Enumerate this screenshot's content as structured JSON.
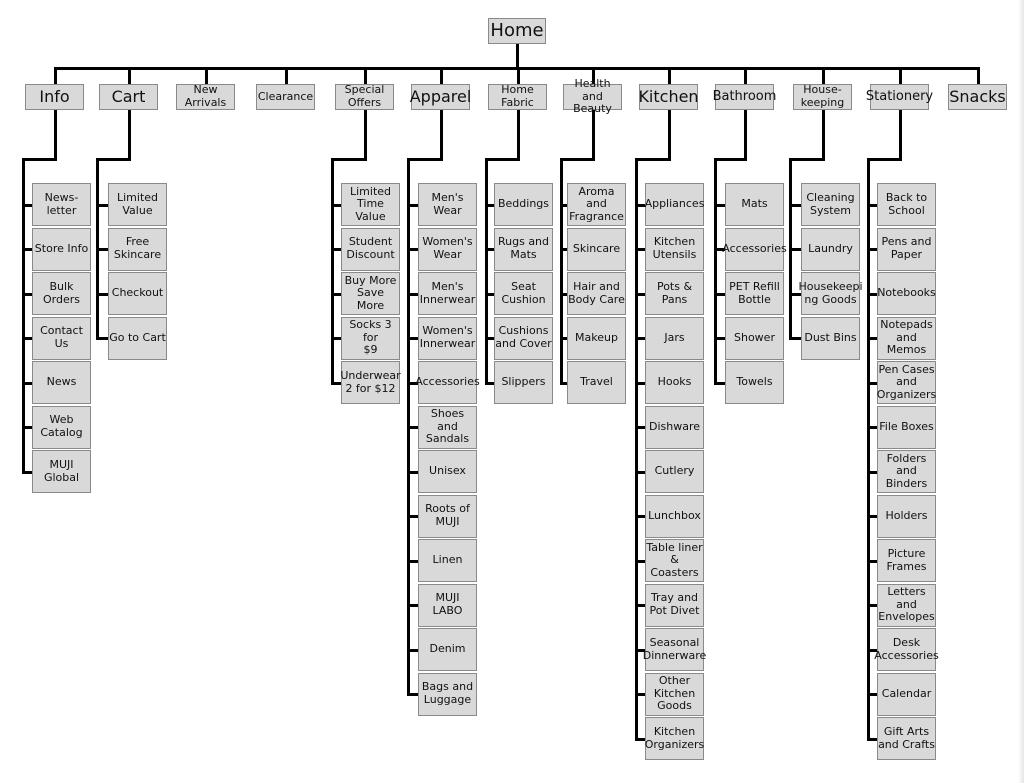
{
  "home": "Home",
  "categories": [
    {
      "key": "info",
      "label": "Info",
      "size": "big",
      "items": [
        "News-\nletter",
        "Store Info",
        "Bulk Orders",
        "Contact Us",
        "News",
        "Web\nCatalog",
        "MUJI\nGlobal"
      ]
    },
    {
      "key": "cart",
      "label": "Cart",
      "size": "big",
      "items": [
        "Limited\nValue",
        "Free\nSkincare",
        "Checkout",
        "Go to Cart"
      ]
    },
    {
      "key": "new-arrivals",
      "label": "New\nArrivals",
      "size": "small",
      "items": []
    },
    {
      "key": "clearance",
      "label": "Clearance",
      "size": "small",
      "items": []
    },
    {
      "key": "special-offers",
      "label": "Special\nOffers",
      "size": "small",
      "items": [
        "Limited\nTime\nValue",
        "Student\nDiscount",
        "Buy More\nSave More",
        "Socks 3 for\n$9",
        "Underwear\n2 for $12"
      ]
    },
    {
      "key": "apparel",
      "label": "Apparel",
      "size": "big",
      "items": [
        "Men's Wear",
        "Women's\nWear",
        "Men's\nInnerwear",
        "Women's\nInnerwear",
        "Accessories",
        "Shoes and\nSandals",
        "Unisex",
        "Roots of\nMUJI",
        "Linen",
        "MUJI\nLABO",
        "Denim",
        "Bags and\nLuggage"
      ]
    },
    {
      "key": "home-fabric",
      "label": "Home\nFabric",
      "size": "small",
      "items": [
        "Beddings",
        "Rugs and\nMats",
        "Seat\nCushion",
        "Cushions\nand Cover",
        "Slippers"
      ]
    },
    {
      "key": "health-beauty",
      "label": "Health and\nBeauty",
      "size": "small",
      "items": [
        "Aroma and\nFragrance",
        "Skincare",
        "Hair and\nBody Care",
        "Makeup",
        "Travel"
      ]
    },
    {
      "key": "kitchen",
      "label": "Kitchen",
      "size": "big",
      "items": [
        "Appliances",
        "Kitchen\nUtensils",
        "Pots & Pans",
        "Jars",
        "Hooks",
        "Dishware",
        "Cutlery",
        "Lunchbox",
        "Table liner &\nCoasters",
        "Tray and\nPot Divet",
        "Seasonal\nDinnerware",
        "Other\nKitchen\nGoods",
        "Kitchen\nOrganizers"
      ]
    },
    {
      "key": "bathroom",
      "label": "Bathroom",
      "size": "mid",
      "items": [
        "Mats",
        "Accessories",
        "PET Refill\nBottle",
        "Shower",
        "Towels"
      ]
    },
    {
      "key": "housekeeping",
      "label": "House-\nkeeping",
      "size": "small",
      "items": [
        "Cleaning\nSystem",
        "Laundry",
        "Housekeepi\nng Goods",
        "Dust Bins"
      ]
    },
    {
      "key": "stationery",
      "label": "Stationery",
      "size": "mid",
      "items": [
        "Back to\nSchool",
        "Pens and\nPaper",
        "Notebooks",
        "Notepads\nand Memos",
        "Pen Cases\nand\nOrganizers",
        "File Boxes",
        "Folders and\nBinders",
        "Holders",
        "Picture\nFrames",
        "Letters and\nEnvelopes",
        "Desk\nAccessories",
        "Calendar",
        "Gift Arts\nand Crafts"
      ]
    },
    {
      "key": "snacks",
      "label": "Snacks",
      "size": "big",
      "items": []
    }
  ],
  "colors": {
    "box_fill": "#d9d9d9",
    "box_border": "#8a8a8a",
    "line": "#000000",
    "text": "#111111"
  }
}
